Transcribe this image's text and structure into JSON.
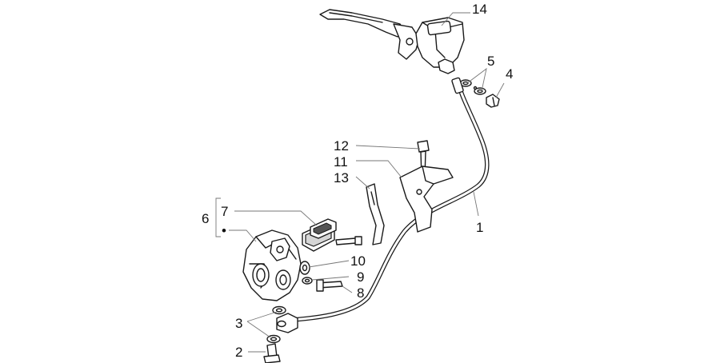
{
  "callouts": {
    "c1": "1",
    "c2": "2",
    "c3": "3",
    "c4": "4",
    "c5": "5",
    "c6": "6",
    "c7": "7",
    "c8": "8",
    "c9": "9",
    "c10": "10",
    "c11": "11",
    "c12": "12",
    "c13": "13",
    "c14": "14"
  },
  "bracket_bullet": "•"
}
